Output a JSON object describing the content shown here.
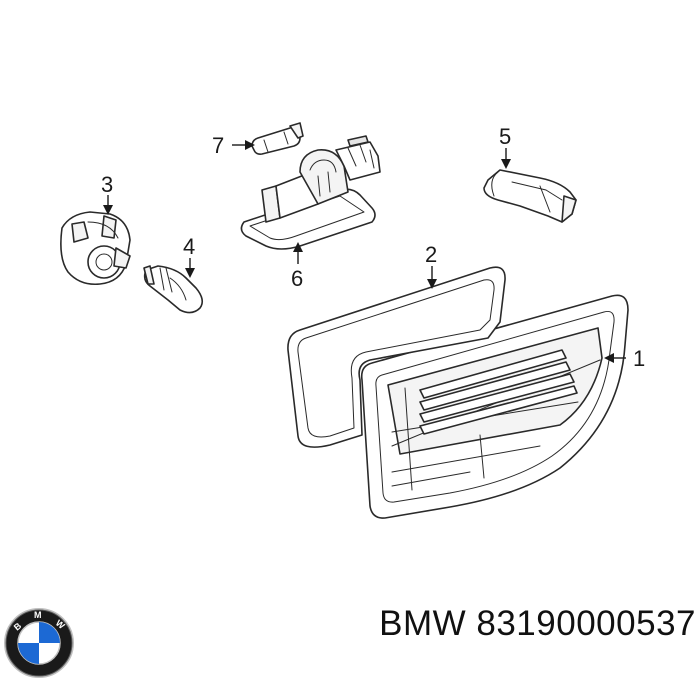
{
  "diagram": {
    "callouts": [
      {
        "id": "1",
        "label": "1"
      },
      {
        "id": "2",
        "label": "2"
      },
      {
        "id": "3",
        "label": "3"
      },
      {
        "id": "4",
        "label": "4"
      },
      {
        "id": "5",
        "label": "5"
      },
      {
        "id": "6",
        "label": "6"
      },
      {
        "id": "7",
        "label": "7"
      }
    ]
  },
  "footer": {
    "brand": "BMW",
    "part_number": "83190000537",
    "logo_letters": [
      "B",
      "M",
      "W"
    ]
  },
  "colors": {
    "line": "#2a2a2a",
    "logo_blue": "#1c69d4",
    "logo_ring": "#1a1a1a"
  },
  "icons": {
    "brand_logo": "bmw-roundel-icon"
  }
}
